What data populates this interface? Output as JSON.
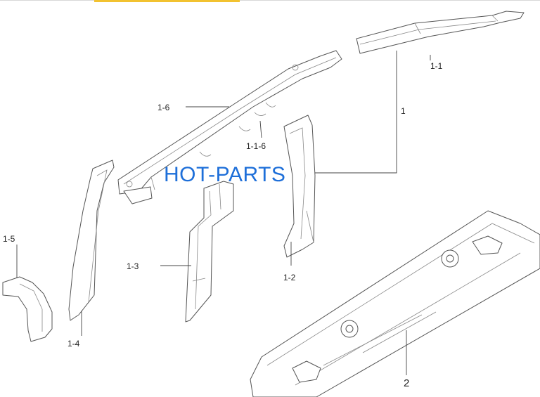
{
  "labels": {
    "l_1_1": "1-1",
    "l_1": "1",
    "l_1_6": "1-6",
    "l_1_1_6": "1-1-6",
    "l_1_5": "1-5",
    "l_1_3": "1-3",
    "l_1_2": "1-2",
    "l_1_4": "1-4",
    "l_2": "2"
  },
  "watermark": "HOT-PARTS",
  "colors": {
    "watermark": "#1e6fd9",
    "line": "#555555",
    "accent_bar": "#f2c230"
  }
}
